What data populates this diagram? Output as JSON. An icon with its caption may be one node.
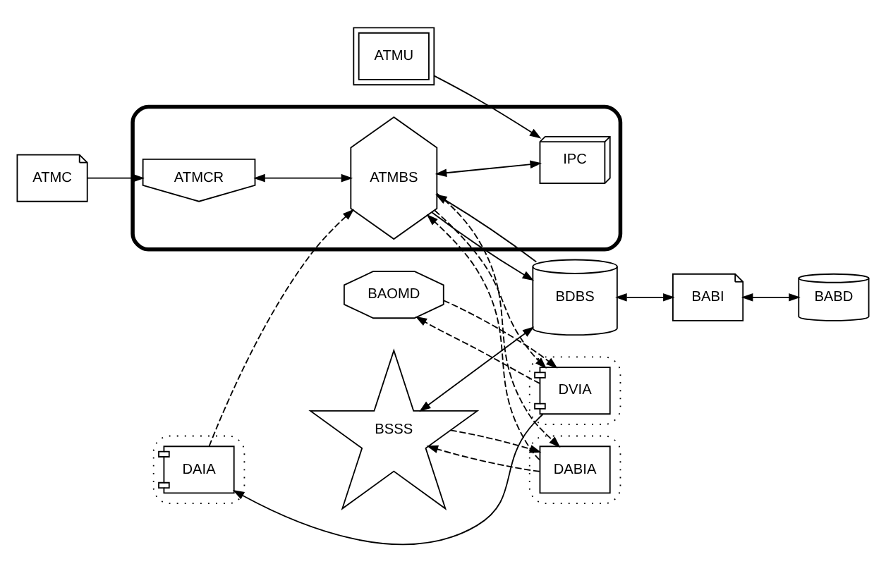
{
  "diagram": {
    "nodes": [
      {
        "text": [
          "ATMC"
        ]
      },
      {
        "text": [],
        "shape": "ellipse"
      },
      {
        "text": [
          "ATMCR"
        ],
        "in": 1
      },
      {
        "text": [
          "ATMBS"
        ],
        "in": 1
      },
      {
        "text": [
          "IPC"
        ],
        "in": 1
      },
      {
        "text": [
          "ATMU"
        ]
      },
      {
        "text": [],
        "shape": "cloud"
      },
      {
        "text": [
          "DVIA"
        ],
        "in": 6
      },
      {
        "text": [
          "BAOMD"
        ]
      },
      {
        "text": [],
        "shape": "cloud"
      },
      {
        "text": [
          "DAIA"
        ],
        "in": 9
      },
      {
        "text": [],
        "shape": "cloud"
      },
      {
        "text": [
          "DABIA"
        ],
        "in": 11
      },
      {
        "text": [
          "BSSS"
        ]
      },
      {
        "text": [
          "BDBS"
        ]
      },
      {
        "text": [
          "BABI"
        ]
      },
      {
        "text": [
          "BABD"
        ]
      }
    ],
    "edges": [
      {
        "from": 0,
        "to": 2,
        "arrow": "to"
      },
      {
        "from": 5,
        "to": 4,
        "arrow": "to"
      },
      {
        "from": 2,
        "to": 3,
        "arrow": "both"
      },
      {
        "from": 3,
        "to": 4,
        "arrow": "both"
      },
      {
        "from": 3,
        "to": 7,
        "arrow": "to",
        "style": "dashed"
      },
      {
        "from": 7,
        "to": 8,
        "arrow": "to",
        "style": "dashed"
      },
      {
        "from": 8,
        "to": 7,
        "arrow": "to",
        "style": "dashed"
      },
      {
        "from": 7,
        "to": 10,
        "arrow": "to"
      },
      {
        "from": 10,
        "to": 3,
        "arrow": "to",
        "style": "dashed"
      },
      {
        "from": 3,
        "to": 12,
        "arrow": "to",
        "style": "dashed"
      },
      {
        "from": 12,
        "to": 13,
        "arrow": "to",
        "style": "dashed"
      },
      {
        "from": 13,
        "to": 12,
        "arrow": "to",
        "style": "dashed"
      },
      {
        "from": 12,
        "to": 3,
        "arrow": "to",
        "style": "dashed"
      },
      {
        "from": 14,
        "to": 3,
        "arrow": "to"
      },
      {
        "from": 3,
        "to": 14,
        "arrow": "to"
      },
      {
        "from": 13,
        "to": 14,
        "arrow": "both"
      },
      {
        "from": 14,
        "to": 15,
        "arrow": "both"
      },
      {
        "from": 15,
        "to": 16,
        "arrow": "both"
      }
    ]
  }
}
